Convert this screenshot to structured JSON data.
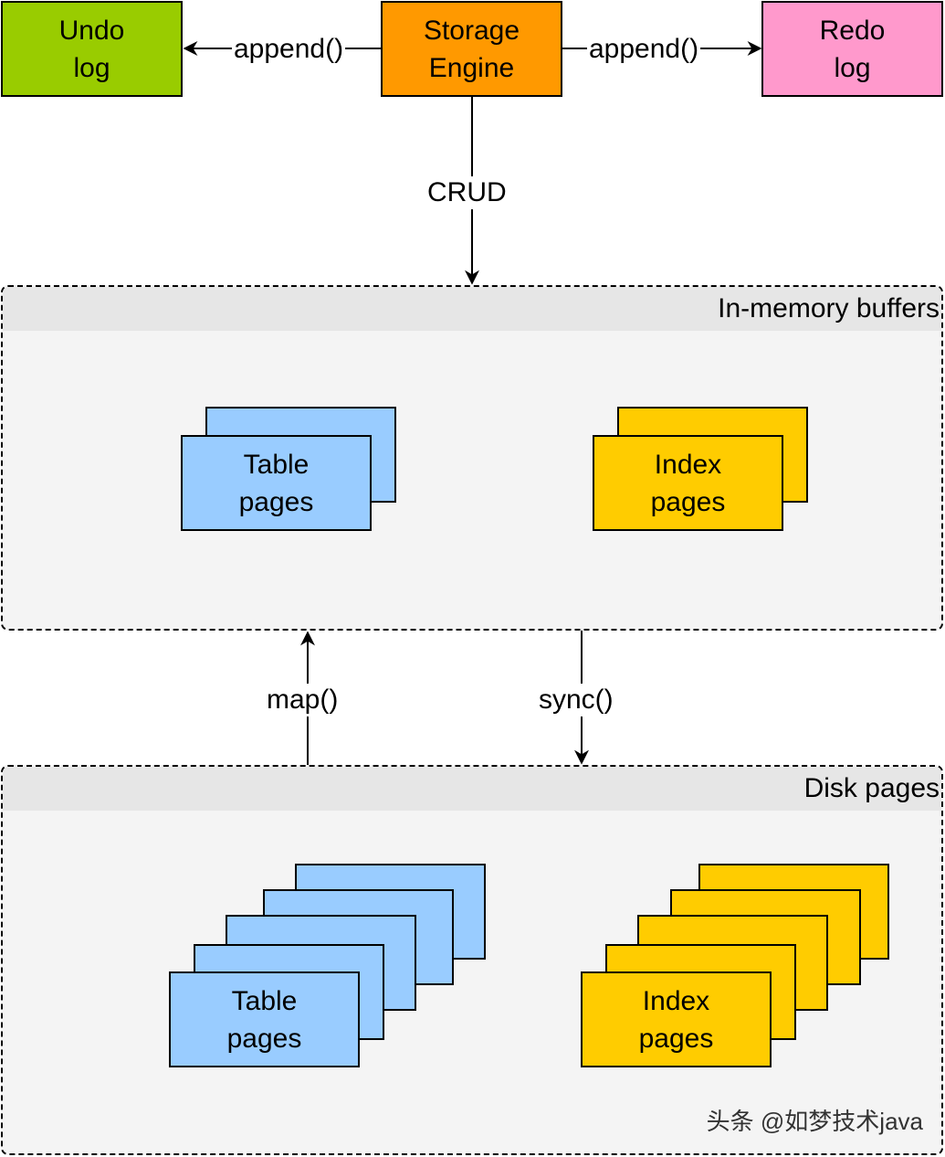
{
  "nodes": {
    "undo_log": {
      "label": "Undo\nlog",
      "color": "#99cc00"
    },
    "storage_engine": {
      "label": "Storage\nEngine",
      "color": "#ff9900"
    },
    "redo_log": {
      "label": "Redo\nlog",
      "color": "#ff99cc"
    }
  },
  "edges": {
    "append_left": "append()",
    "append_right": "append()",
    "crud": "CRUD",
    "map": "map()",
    "sync": "sync()"
  },
  "in_memory": {
    "title": "In-memory buffers",
    "table_pages": "Table\npages",
    "index_pages": "Index\npages"
  },
  "disk": {
    "title": "Disk pages",
    "table_pages": "Table\npages",
    "index_pages": "Index\npages"
  },
  "colors": {
    "table_page": "#99ccff",
    "index_page": "#ffcc00",
    "container_bg": "#f4f4f4",
    "container_header": "#e6e6e6"
  },
  "watermark": "头条 @如梦技术java"
}
